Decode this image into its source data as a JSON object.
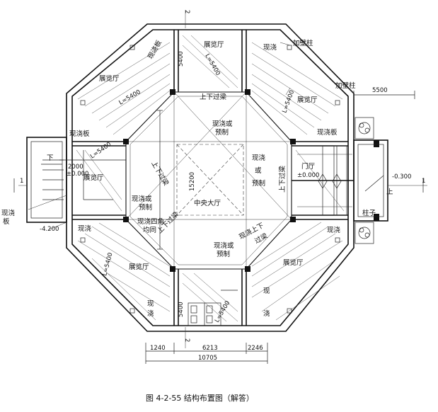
{
  "figure": {
    "caption": "图 4-2-55   结构布置图（解答）"
  },
  "rooms": {
    "central_hall": "中央大厅",
    "entrance_hall": "门厅",
    "entrance_level": "±0.000",
    "west_level": "±0.000",
    "west_dim": "2000"
  },
  "labels": {
    "exhibit_n": "展览厅",
    "exhibit_nw": "展览厅",
    "exhibit_ne": "展览厅",
    "exhibit_w": "展览厅",
    "exhibit_sw": "展览厅",
    "exhibit_se": "展览厅",
    "cast_nw_top": "现浇板",
    "cast_ne_top": "现浇",
    "cast_w_left": "现浇板",
    "cast_e_right": "现浇板",
    "cast_sw": "现浇",
    "cast_se": "现浇",
    "cast_se_bottom": "现",
    "cast_se_bottom2": "浇",
    "cast_s_left": "现",
    "cast_s_left2": "浇",
    "wall_col_1": "加壁柱",
    "wall_col_2": "加壁柱",
    "column": "柱子",
    "beam_n": "上下过梁",
    "beam_w": "上下过梁",
    "beam_e": "上下过梁",
    "beam_s": "上下过梁",
    "beam_se": "现浇上下",
    "beam_se2": "过梁",
    "center_n_1": "现浇或",
    "center_n_2": "预制",
    "center_e_1": "现浇",
    "center_e_2": "或",
    "center_e_3": "预制",
    "center_w_1": "现浇或",
    "center_w_2": "预制",
    "center_s_1": "现浇或",
    "center_s_2": "预制",
    "corner_1": "现浇四角",
    "corner_2": "均同",
    "outside_left_1": "现浇",
    "outside_left_2": "板",
    "down": "下",
    "up": "上",
    "level_w": "-4.200",
    "level_e": "-0.300",
    "axis_n": "2",
    "axis_s": "2",
    "axis_w": "1",
    "axis_e": "1"
  },
  "dimensions": {
    "n_5400": "5400",
    "n_L5400": "L=5400",
    "nw_L5400": "L=5400",
    "ne_L5400": "L=5400",
    "w_L5400": "L=5400",
    "sw_L5400": "L=5400",
    "s_5400": "5400",
    "s_L5400": "L=5400",
    "center_15200": "15200",
    "e_5500": "5500",
    "b_1240": "1240",
    "b_6213": "6213",
    "b_2246": "2246",
    "b_total": "10705"
  }
}
